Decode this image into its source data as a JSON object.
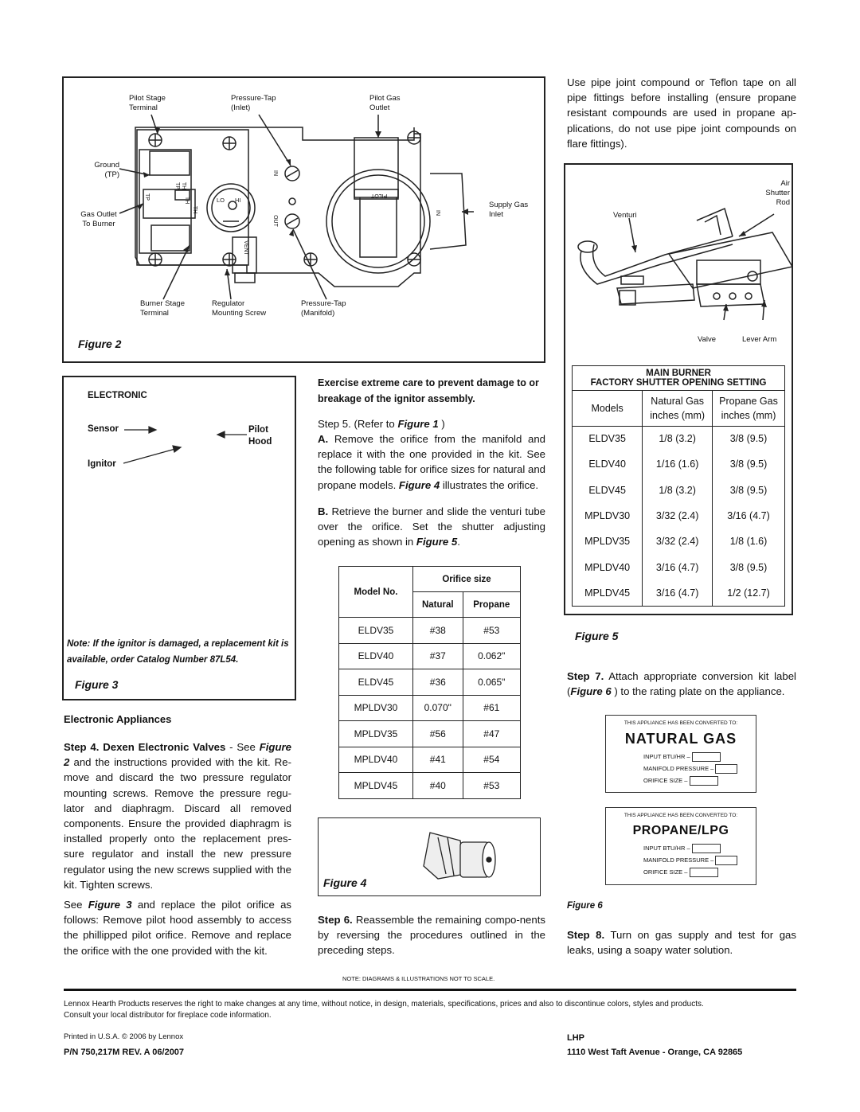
{
  "figure2": {
    "labels": {
      "pilot_stage": "Pilot Stage",
      "terminal1": "Terminal",
      "pressure_tap": "Pressure-Tap",
      "inlet_paren": "(Inlet)",
      "pilot_gas": "Pilot Gas",
      "outlet": "Outlet",
      "ground": "Ground",
      "tp": "(TP)",
      "gas_outlet": "Gas Outlet",
      "to_burner": "To Burner",
      "supply_gas": "Supply Gas",
      "inlet": "Inlet",
      "burner_stage": "Burner Stage",
      "terminal2": "Terminal",
      "regulator": "Regulator",
      "mounting_screw": "Mounting Screw",
      "pressure_tap2": "Pressure-Tap",
      "manifold": "(Manifold)",
      "in1": "IN",
      "in2": "IN",
      "out": "OUT",
      "vent": "VENT",
      "pilot": "PILOT",
      "lo": "LO",
      "hi": "HI",
      "th1": "TH",
      "tp1": "TP",
      "th2": "TH",
      "tp2": "TP",
      "th3": "TH"
    },
    "caption": "Figure 2"
  },
  "intro_right": "Use pipe joint compound or Teflon tape on all pipe fittings before installing (ensure propane resistant compounds are used in propane ap-plications, do not use pipe joint compounds on flare fittings).",
  "figure5_diagram": {
    "air": "Air",
    "shutter": "Shutter",
    "rod": "Rod",
    "venturi": "Venturi",
    "valve": "Valve",
    "lever_arm": "Lever Arm"
  },
  "figure3": {
    "electronic": "ELECTRONIC",
    "sensor": "Sensor",
    "pilot": "Pilot",
    "hood": "Hood",
    "ignitor": "Ignitor",
    "note": "Note: If the ignitor is damaged, a replacement kit is available, order Catalog Number 87L54.",
    "caption": "Figure 3"
  },
  "left_col": {
    "heading": "Electronic Appliances",
    "step4_title": "Step 4. Dexen Electronic Valves",
    "step4_see": " - See ",
    "step4_fig": "Figure 2",
    "step4_body": "and the instructions provided with the kit. Re-move and discard the two pressure regulator mounting screws. Remove the pressure regu-lator and diaphragm.  Discard all removed components. Ensure the provided diaphragm is installed properly onto the replacement pres-sure regulator and install the new pressure regulator using the new screws supplied with the kit.  Tighten screws.",
    "see_para_a": "See ",
    "see_para_fig": "Figure 3",
    "see_para_b": " and replace the pilot orifice as follows: Remove pilot hood assembly to access the phillipped pilot orifice. Remove and replace the orifice with the one provided with the kit."
  },
  "mid_col": {
    "caution": "Exercise extreme care to prevent damage to or breakage of the ignitor assembly.",
    "step5_a": "Step 5",
    "step5_b": ".  (Refer to ",
    "step5_fig": "Figure 1",
    "step5_c": " )",
    "a_label": "A.",
    "a_body_1": " Remove  the orifice from the manifold and replace it with the one provided in the kit. See the following table for orifice sizes for natural and propane models. ",
    "a_fig": "Figure 4",
    "a_body_2": " illustrates the orifice.",
    "b_label": "B.",
    "b_body_1": " Retrieve the burner and slide the venturi tube over the orifice. Set the shutter adjusting opening as shown in ",
    "b_fig": "Figure 5",
    "b_body_2": ".",
    "step6_a": "Step 6.",
    "step6_b": " Reassemble the remaining compo-nents by reversing the procedures outlined in the preceding steps."
  },
  "orifice_table": {
    "col_model": "Model No.",
    "col_orifice": "Orifice size",
    "col_natural": "Natural",
    "col_propane": "Propane",
    "rows": [
      {
        "model": "ELDV35",
        "natural": "#38",
        "propane": "#53"
      },
      {
        "model": "ELDV40",
        "natural": "#37",
        "propane": "0.062\""
      },
      {
        "model": "ELDV45",
        "natural": "#36",
        "propane": "0.065\""
      },
      {
        "model": "MPLDV30",
        "natural": "0.070\"",
        "propane": "#61"
      },
      {
        "model": "MPLDV35",
        "natural": "#56",
        "propane": "#47"
      },
      {
        "model": "MPLDV40",
        "natural": "#41",
        "propane": "#54"
      },
      {
        "model": "MPLDV45",
        "natural": "#40",
        "propane": "#53"
      }
    ]
  },
  "figure4": {
    "caption": "Figure 4"
  },
  "burner_table": {
    "title1": "MAIN BURNER",
    "title2": "FACTORY SHUTTER OPENING SETTING",
    "col_models": "Models",
    "col_natural": "Natural Gas",
    "col_natural_unit": "inches (mm)",
    "col_propane": "Propane Gas",
    "col_propane_unit": "inches (mm)",
    "rows": [
      {
        "model": "ELDV35",
        "natural": "1/8 (3.2)",
        "propane": "3/8 (9.5)"
      },
      {
        "model": "ELDV40",
        "natural": "1/16 (1.6)",
        "propane": "3/8 (9.5)"
      },
      {
        "model": "ELDV45",
        "natural": "1/8 (3.2)",
        "propane": "3/8 (9.5)"
      },
      {
        "model": "MPLDV30",
        "natural": "3/32 (2.4)",
        "propane": "3/16 (4.7)"
      },
      {
        "model": "MPLDV35",
        "natural": "3/32 (2.4)",
        "propane": "1/8 (1.6)"
      },
      {
        "model": "MPLDV40",
        "natural": "3/16 (4.7)",
        "propane": "3/8 (9.5)"
      },
      {
        "model": "MPLDV45",
        "natural": "3/16 (4.7)",
        "propane": "1/2 (12.7)"
      }
    ],
    "caption": "Figure 5"
  },
  "right_col": {
    "step7_a": "Step 7.",
    "step7_b": " Attach appropriate conversion kit label (",
    "step7_fig": "Figure 6",
    "step7_c": " ) to the rating plate on the appliance.",
    "step8_a": "Step 8.",
    "step8_b": " Turn on gas supply and test for gas leaks, using a soapy water solution."
  },
  "labels6": {
    "converted": "THIS APPLIANCE HAS BEEN CONVERTED TO:",
    "natural_gas": "NATURAL GAS",
    "propane": "PROPANE/LPG",
    "input": "INPUT BTU/HR  –",
    "manifold": "MANIFOLD PRESSURE  –",
    "orifice": "ORIFICE SIZE  –",
    "caption": "Figure 6"
  },
  "note": "NOTE: DIAGRAMS & ILLUSTRATIONS NOT TO SCALE.",
  "footer": {
    "disclaimer1": "Lennox Hearth Products reserves the right to make changes at any time, without notice, in design, materials, specifications, prices and also to discontinue colors, styles and products.",
    "disclaimer2": "Consult your local distributor for fireplace code information.",
    "printed": "Printed in U.S.A. ©  2006 by Lennox",
    "pn": "P/N  750,217M  REV.  A  06/2007",
    "lhp": "LHP",
    "address": "1110 West Taft Avenue - Orange, CA  92865"
  }
}
